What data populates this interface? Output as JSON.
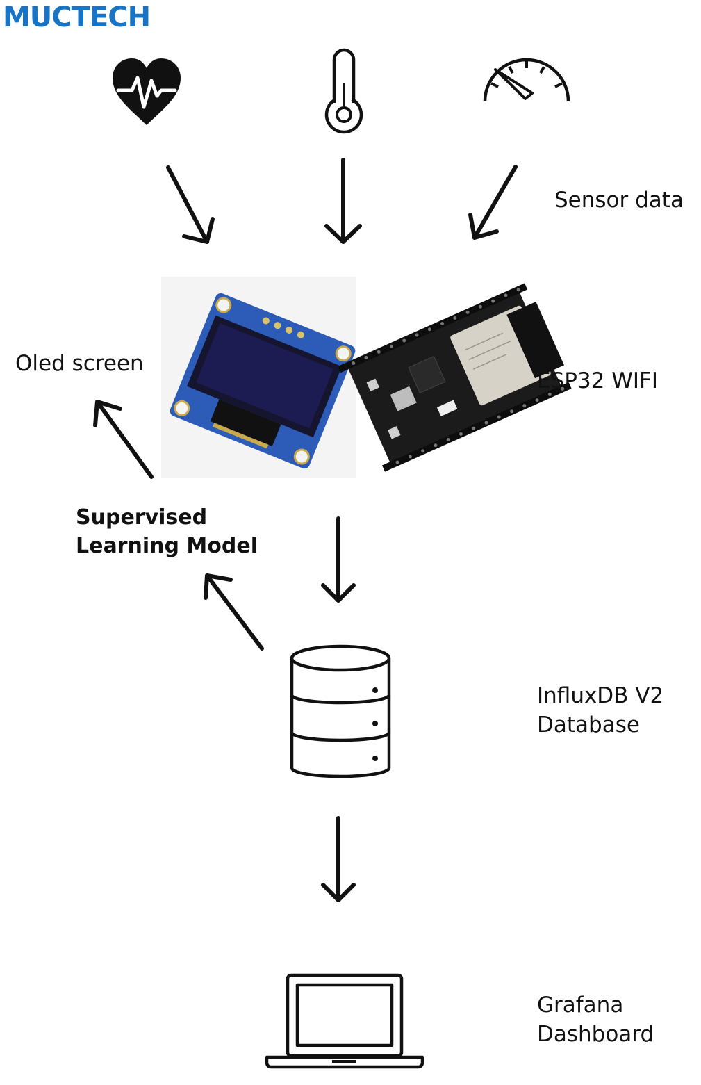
{
  "brand": {
    "text": "MUCTECH",
    "color": "#1a74c6"
  },
  "labels": {
    "sensor_data": "Sensor data",
    "oled_screen": "Oled screen",
    "esp32": "ESP32 WIFI",
    "model_line1": "Supervised",
    "model_line2": "Learning Model",
    "db_line1": "InfluxDB V2",
    "db_line2": "Database",
    "dash_line1": "Grafana",
    "dash_line2": "Dashboard"
  },
  "icons": {
    "sensors": [
      "heart-rate-icon",
      "thermometer-icon",
      "gauge-icon"
    ],
    "database": "database-icon",
    "dashboard": "laptop-icon"
  },
  "hardware": {
    "oled": "oled-display-module",
    "esp32": "esp32-dev-board"
  },
  "colors": {
    "ink": "#111111",
    "oled_pcb": "#2c5bb8",
    "oled_screen": "#1c1c4c",
    "esp_board": "#1a1a1a"
  }
}
